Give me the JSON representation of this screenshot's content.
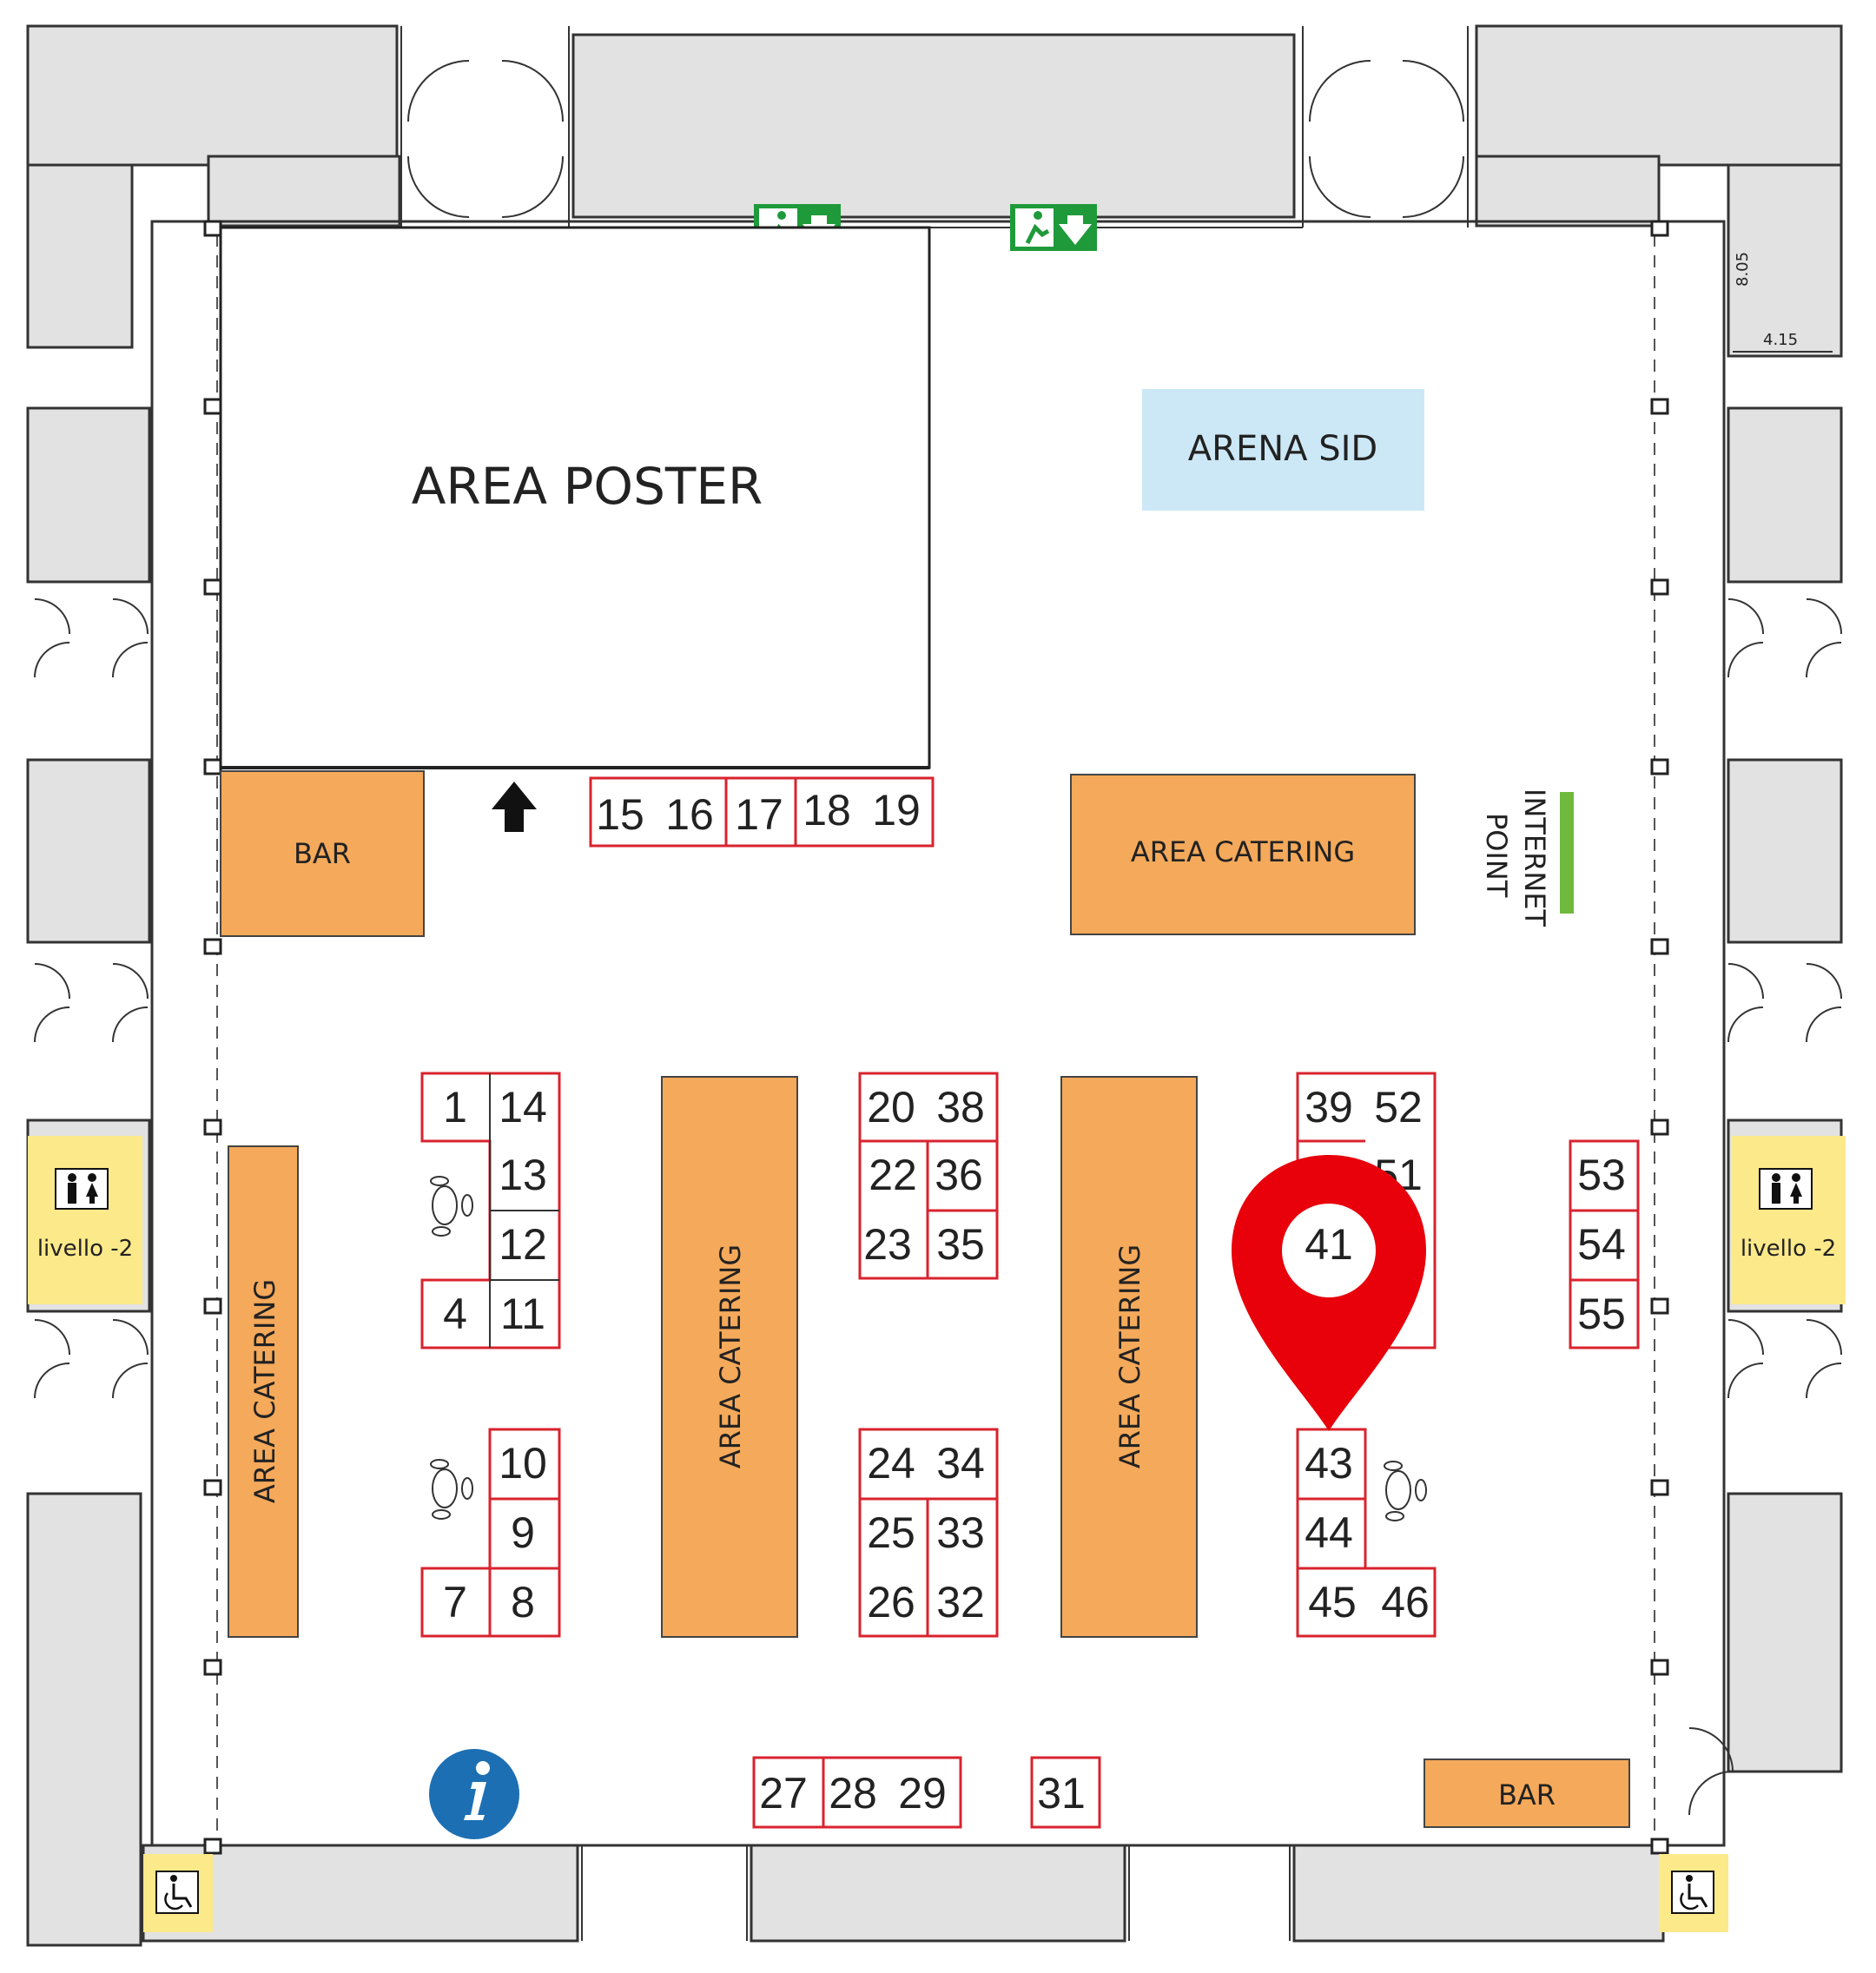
{
  "areas": {
    "poster": "AREA POSTER",
    "arena": "ARENA SID",
    "bar_left": "BAR",
    "bar_bottom": "BAR",
    "catering_top": "AREA CATERING",
    "catering_left": "AREA CATERING",
    "catering_mid1": "AREA CATERING",
    "catering_mid2": "AREA CATERING",
    "internet_line1": "INTERNET",
    "internet_line2": "POINT"
  },
  "restrooms": {
    "left_label": "livello -2",
    "right_label": "livello -2"
  },
  "dimensions": {
    "width": "4.15",
    "height": "8.05"
  },
  "booths": [
    "1",
    "4",
    "7",
    "8",
    "9",
    "10",
    "11",
    "12",
    "13",
    "14",
    "15",
    "16",
    "17",
    "18",
    "19",
    "20",
    "22",
    "23",
    "24",
    "25",
    "26",
    "27",
    "28",
    "29",
    "31",
    "32",
    "33",
    "34",
    "35",
    "36",
    "38",
    "39",
    "41",
    "43",
    "44",
    "45",
    "46",
    "51",
    "52",
    "53",
    "54",
    "55"
  ],
  "icons": {
    "exit_sign": "emergency-exit-icon",
    "arrow": "arrow-up-icon",
    "marker": "location-pin-icon",
    "info": "info-icon",
    "wc": "restroom-icon",
    "accessible": "wheelchair-icon",
    "footprints": "footprints-icon"
  },
  "colors": {
    "catering": "#f4a95b",
    "arena": "#cce8f6",
    "booth_border": "#d9232e",
    "pin": "#e8000b",
    "info": "#1c6fb3",
    "exit": "#1f9a3b",
    "restroom": "#fbe98a",
    "internet": "#6fba3c"
  }
}
